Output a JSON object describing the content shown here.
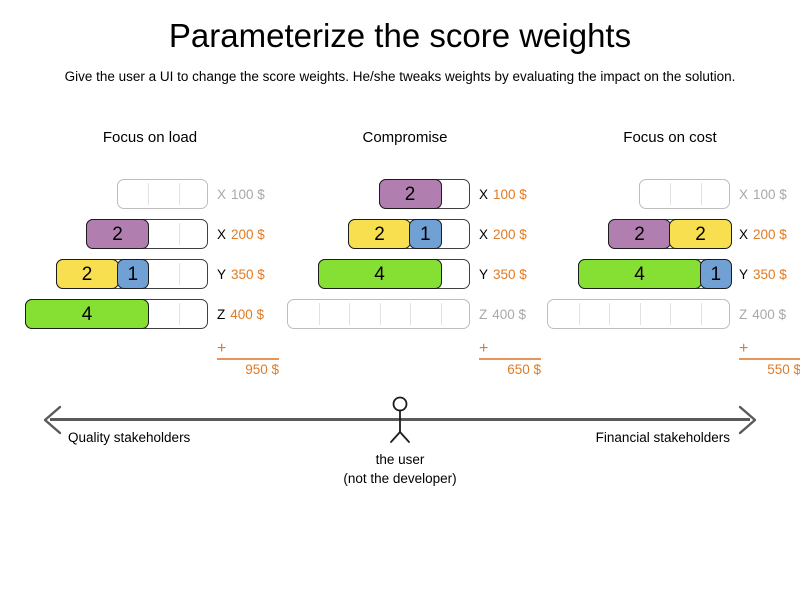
{
  "header": {
    "title": "Parameterize the score weights",
    "subtitle": "Give the user a UI to change the score weights. He/she tweaks weights by evaluating the impact on the solution."
  },
  "colors": {
    "purple": "#b07fb0",
    "yellow": "#f7df50",
    "blue": "#71a0d4",
    "green": "#86e033",
    "orange_text": "#e07b23",
    "inactive_text": "#a8a8a8",
    "bar_border": "#1c1c1c",
    "track_border": "#3f3f3f",
    "track_border_inactive": "#bdbdbd",
    "axis": "#5a5a5a"
  },
  "columns": [
    {
      "header": "Focus on load",
      "sum_symbol": "+",
      "total": "950 $",
      "rows": [
        {
          "letter": "X",
          "price": "100 $",
          "active": false,
          "capacity": 3,
          "segments": []
        },
        {
          "letter": "X",
          "price": "200 $",
          "active": true,
          "capacity": 4,
          "segments": [
            {
              "value": "2",
              "units": 2,
              "color": "purple"
            }
          ]
        },
        {
          "letter": "Y",
          "price": "350 $",
          "active": true,
          "capacity": 5,
          "segments": [
            {
              "value": "2",
              "units": 2,
              "color": "yellow"
            },
            {
              "value": "1",
              "units": 1,
              "color": "blue"
            }
          ]
        },
        {
          "letter": "Z",
          "price": "400 $",
          "active": true,
          "capacity": 6,
          "segments": [
            {
              "value": "4",
              "units": 4,
              "color": "green"
            }
          ]
        }
      ]
    },
    {
      "header": "Compromise",
      "sum_symbol": "+",
      "total": "650 $",
      "rows": [
        {
          "letter": "X",
          "price": "100 $",
          "active": true,
          "capacity": 3,
          "segments": [
            {
              "value": "2",
              "units": 2,
              "color": "purple"
            }
          ]
        },
        {
          "letter": "X",
          "price": "200 $",
          "active": true,
          "capacity": 4,
          "segments": [
            {
              "value": "2",
              "units": 2,
              "color": "yellow"
            },
            {
              "value": "1",
              "units": 1,
              "color": "blue"
            }
          ]
        },
        {
          "letter": "Y",
          "price": "350 $",
          "active": true,
          "capacity": 5,
          "segments": [
            {
              "value": "4",
              "units": 4,
              "color": "green"
            }
          ]
        },
        {
          "letter": "Z",
          "price": "400 $",
          "active": false,
          "capacity": 6,
          "segments": []
        }
      ]
    },
    {
      "header": "Focus on cost",
      "sum_symbol": "+",
      "total": "550 $",
      "rows": [
        {
          "letter": "X",
          "price": "100 $",
          "active": false,
          "capacity": 3,
          "segments": []
        },
        {
          "letter": "X",
          "price": "200 $",
          "active": true,
          "capacity": 4,
          "segments": [
            {
              "value": "2",
              "units": 2,
              "color": "purple"
            },
            {
              "value": "2",
              "units": 2,
              "color": "yellow"
            }
          ]
        },
        {
          "letter": "Y",
          "price": "350 $",
          "active": true,
          "capacity": 5,
          "segments": [
            {
              "value": "4",
              "units": 4,
              "color": "green"
            },
            {
              "value": "1",
              "units": 1,
              "color": "blue"
            }
          ]
        },
        {
          "letter": "Z",
          "price": "400 $",
          "active": false,
          "capacity": 6,
          "segments": []
        }
      ]
    }
  ],
  "spectrum": {
    "left_label": "Quality stakeholders",
    "right_label": "Financial stakeholders",
    "figure_caption_line1": "the user",
    "figure_caption_line2": "(not the developer)"
  }
}
